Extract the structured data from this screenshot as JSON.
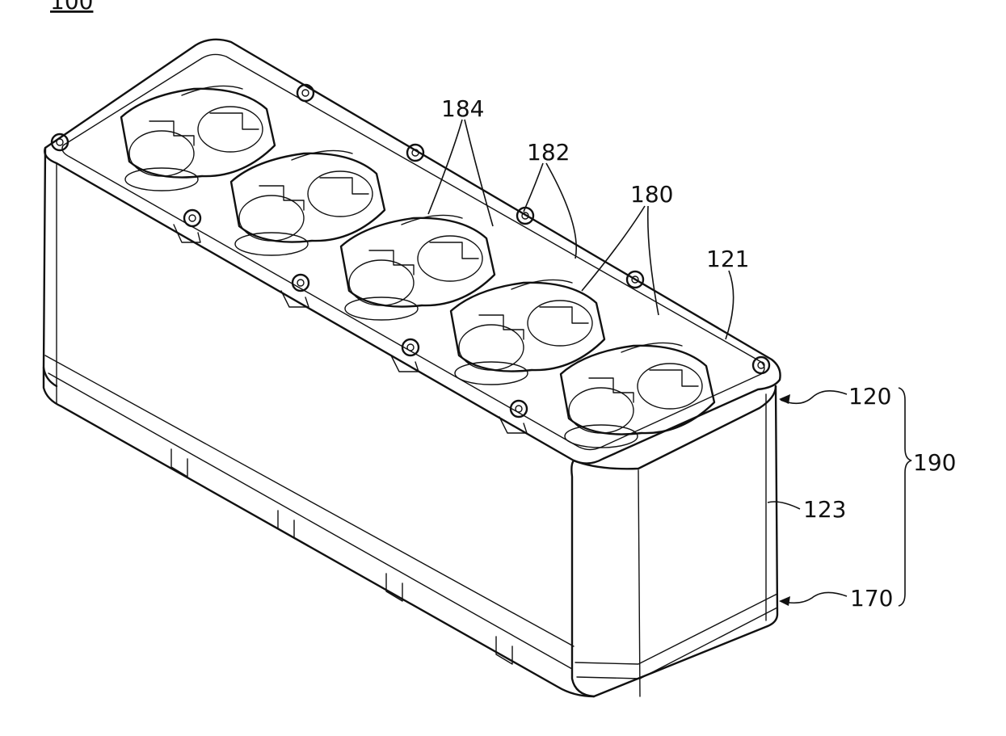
{
  "figure": {
    "ref_label": "100",
    "labels": {
      "l184": "184",
      "l182": "182",
      "l180": "180",
      "l121": "121",
      "l120": "120",
      "l190": "190",
      "l123": "123",
      "l170": "170"
    }
  }
}
